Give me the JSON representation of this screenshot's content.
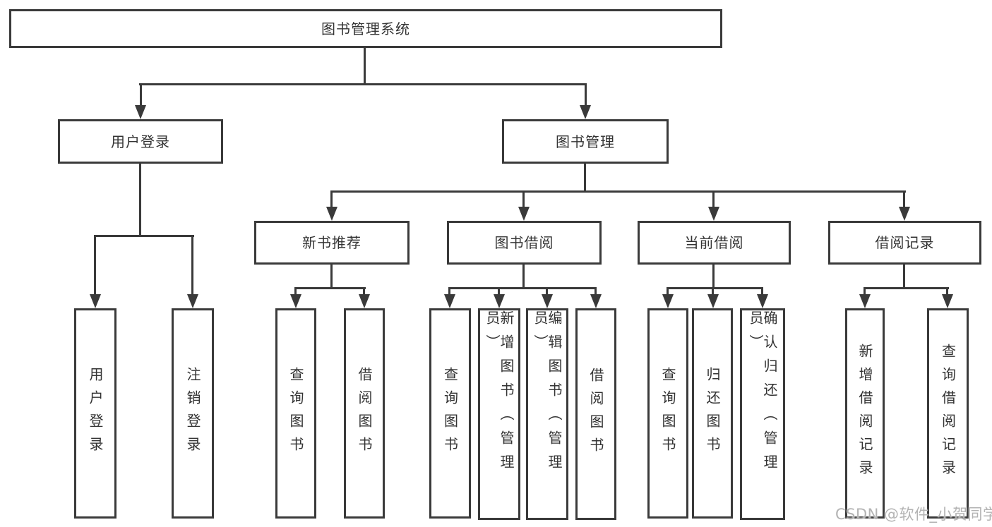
{
  "tree": {
    "root": "图书管理系统",
    "user_login": {
      "label": "用户登录",
      "children": [
        "用户登录",
        "注销登录"
      ]
    },
    "book_mgmt": {
      "label": "图书管理",
      "children": [
        {
          "label": "新书推荐",
          "children": [
            "查询图书",
            "借阅图书"
          ]
        },
        {
          "label": "图书借阅",
          "children": [
            "查询图书",
            "新增图书（管理员）",
            "编辑图书（管理员）",
            "借阅图书"
          ]
        },
        {
          "label": "当前借阅",
          "children": [
            "查询图书",
            "归还图书",
            "确认归还（管理员）"
          ]
        },
        {
          "label": "借阅记录",
          "children": [
            "新增借阅记录",
            "查询借阅记录"
          ]
        }
      ]
    }
  },
  "watermark": {
    "text": "CSDN @软件_小贺同学"
  },
  "colors": {
    "line": "#3a3a3a",
    "text": "#333333",
    "watermark": "#b3b3b3",
    "background": "#ffffff"
  }
}
